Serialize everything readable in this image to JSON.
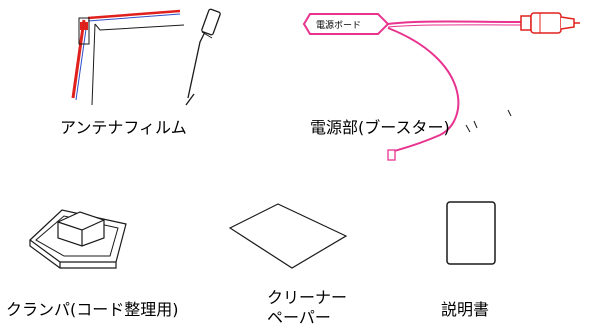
{
  "colors": {
    "pink": "#e8338f",
    "red": "#e0201c",
    "line": "#1a1a1a"
  },
  "items": {
    "antenna_film": "アンテナフィルム",
    "power_unit": "電源部(ブースター)",
    "power_board": "電源ボード",
    "clamp": "クランパ(コード整理用)",
    "cleaner_line1": "クリーナー",
    "cleaner_line2": "ペーパー",
    "manual": "説明書"
  }
}
